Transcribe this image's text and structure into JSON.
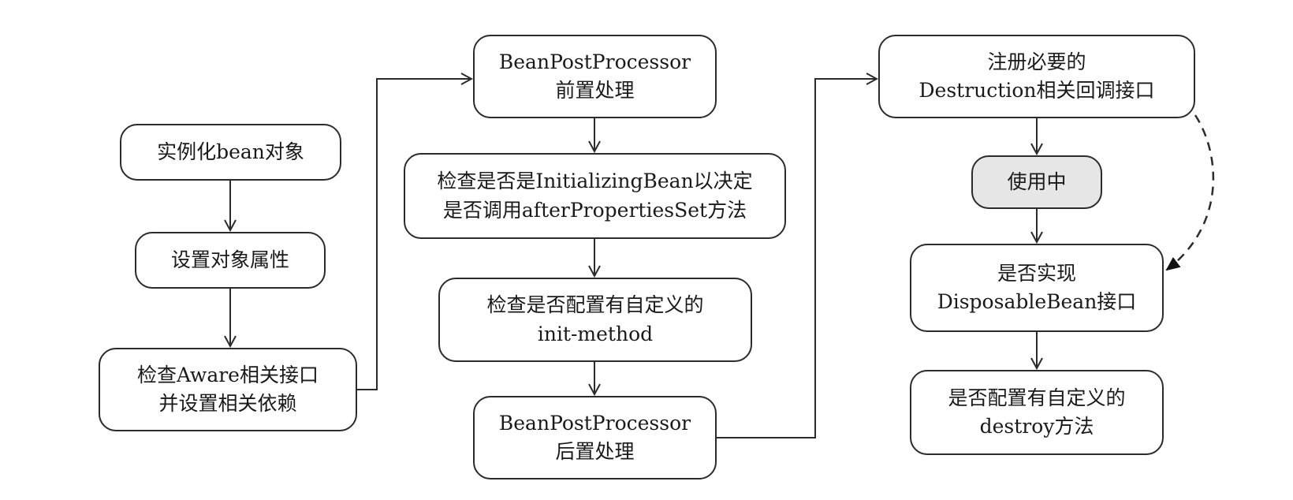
{
  "nodes": {
    "instantiate": [
      "实例化bean对象"
    ],
    "set_properties": [
      "设置对象属性"
    ],
    "aware": [
      "检查Aware相关接口",
      "并设置相关依赖"
    ],
    "bpp_before": [
      "BeanPostProcessor",
      "前置处理"
    ],
    "initializing_bean": [
      "检查是否是InitializingBean以决定",
      "是否调用afterPropertiesSet方法"
    ],
    "init_method": [
      "检查是否配置有自定义的",
      "init-method"
    ],
    "bpp_after": [
      "BeanPostProcessor",
      "后置处理"
    ],
    "destruction_register": [
      "注册必要的",
      "Destruction相关回调接口"
    ],
    "in_use": [
      "使用中"
    ],
    "disposable_bean": [
      "是否实现",
      "DisposableBean接口"
    ],
    "destroy_method": [
      "是否配置有自定义的",
      "destroy方法"
    ]
  },
  "colors": {
    "stroke": "#2b2b2b",
    "in_use_fill": "#e6e6e6"
  }
}
